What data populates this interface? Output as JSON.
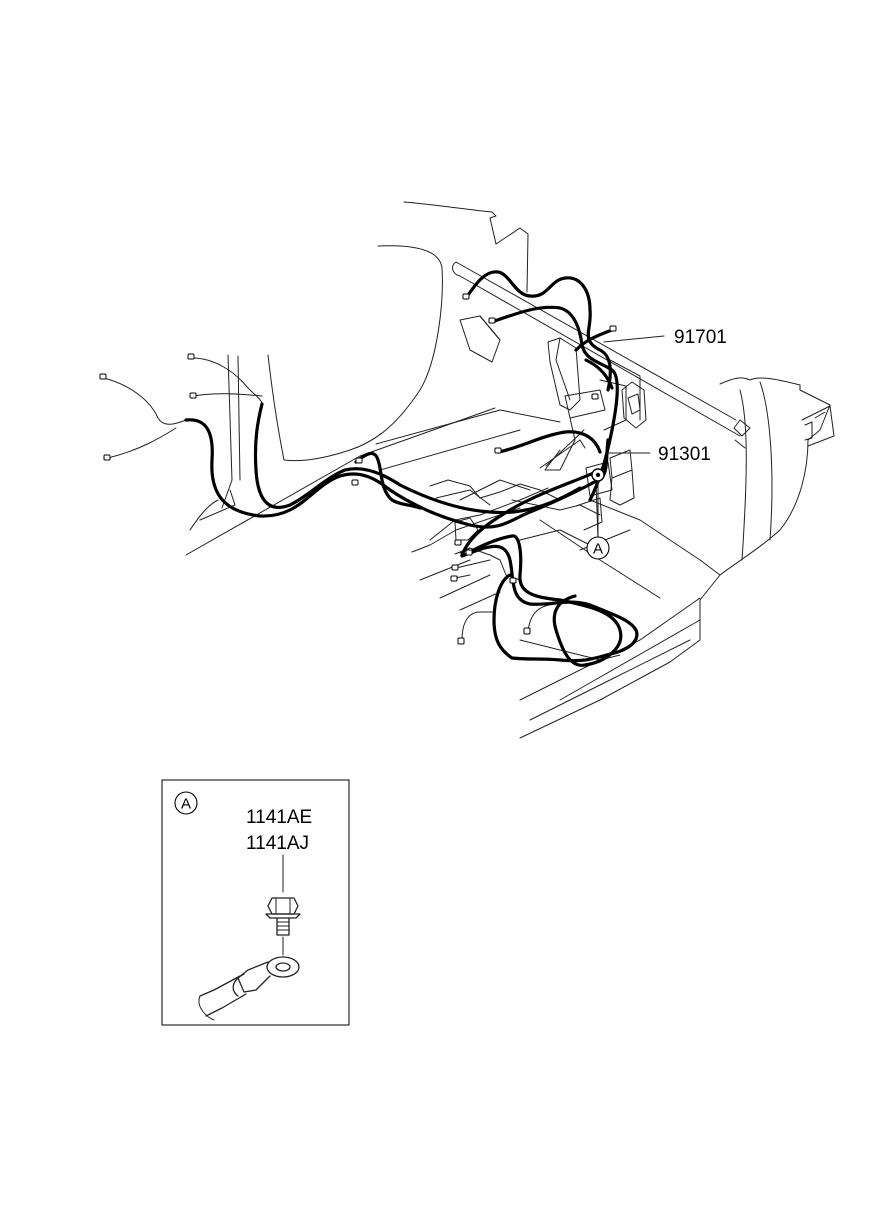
{
  "diagram": {
    "callouts": {
      "part_91701": "91701",
      "part_91301": "91301",
      "detail_ref": "A"
    },
    "detail_box": {
      "marker": "A",
      "part_numbers": [
        "1141AE",
        "1141AJ"
      ]
    }
  }
}
